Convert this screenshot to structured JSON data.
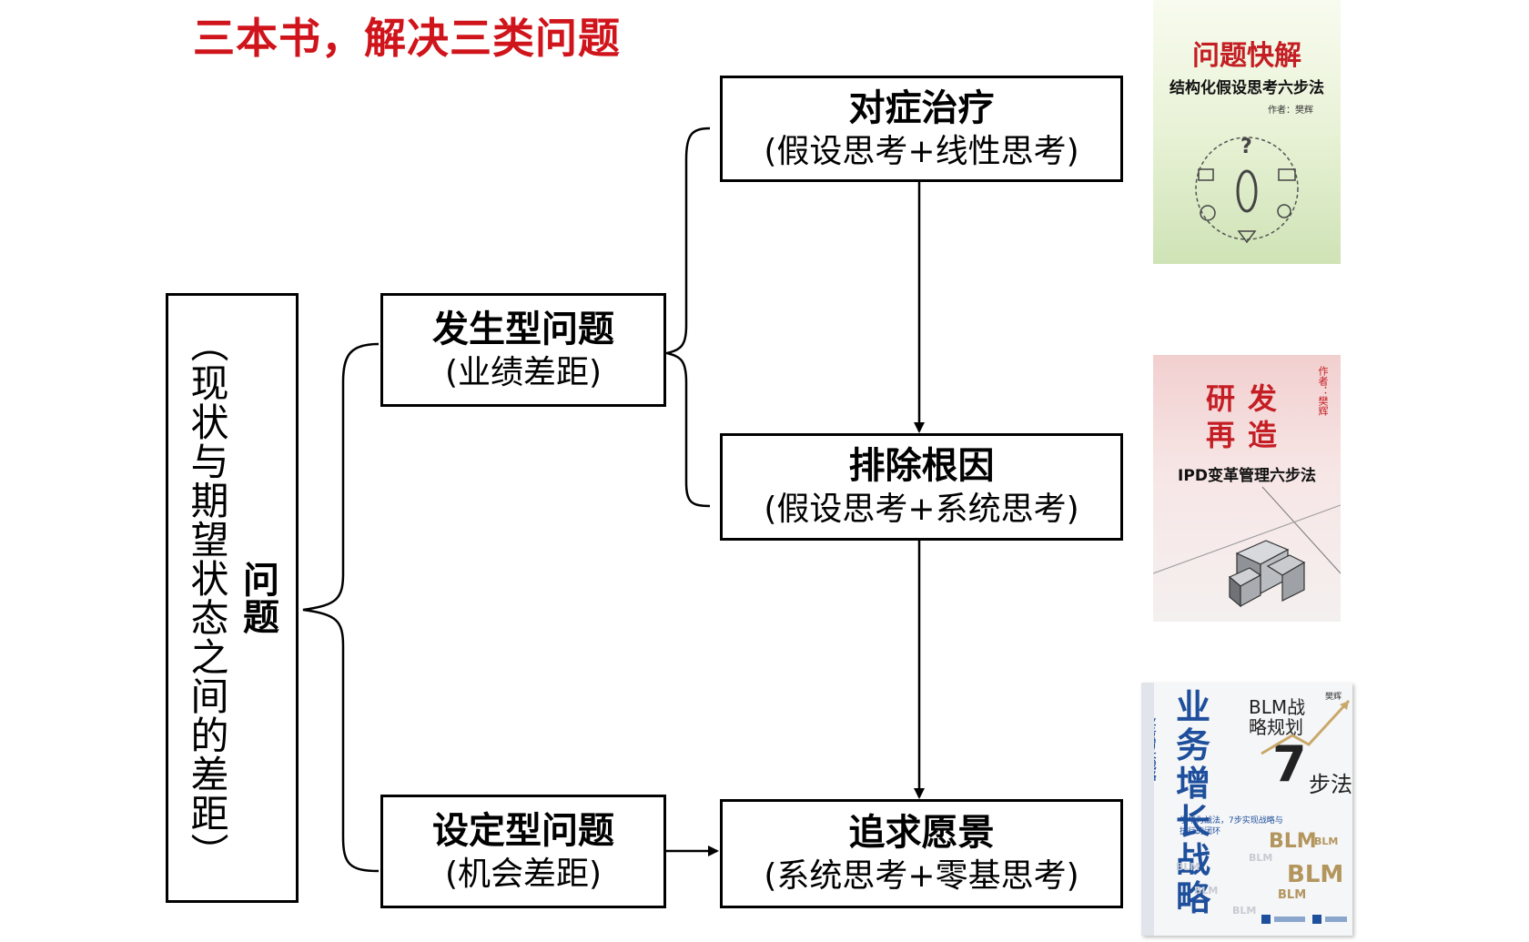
{
  "title": "三本书，解决三类问题",
  "nodes": {
    "problem": {
      "label": "问题",
      "note": "（现状与期望状态之间的差距）"
    },
    "occurred": {
      "title": "发生型问题",
      "subtitle": "(业绩差距)"
    },
    "set": {
      "title": "设定型问题",
      "subtitle": "(机会差距)"
    },
    "treat": {
      "title": "对症治疗",
      "subtitle": "(假设思考+线性思考)"
    },
    "rootcause": {
      "title": "排除根因",
      "subtitle": "(假设思考+系统思考)"
    },
    "vision": {
      "title": "追求愿景",
      "subtitle": "(系统思考+零基思考)"
    }
  },
  "books": [
    {
      "title": "问题快解",
      "subtitle": "结构化假设思考六步法",
      "author": "作者：樊辉",
      "color": "#c41e24"
    },
    {
      "title": "研发再造",
      "subtitle": "IPD变革管理六步法",
      "author": "作者：樊辉",
      "color": "#c41e24"
    },
    {
      "title": "业务增长战略",
      "blm": "BLM战略规划",
      "seven": "7",
      "method": "步法",
      "spine": "业务增长战略",
      "author": "樊辉",
      "tagline": "学华为战法，7步实现战略与执行的闭环",
      "brand": "BLM",
      "color": "#1e4f9c"
    }
  ],
  "colors": {
    "title": "#d0141b",
    "line": "#000000",
    "green_cover": "#d9e9c6",
    "red_cover": "#f2cfcf",
    "blue_accent": "#1e4f9c"
  }
}
